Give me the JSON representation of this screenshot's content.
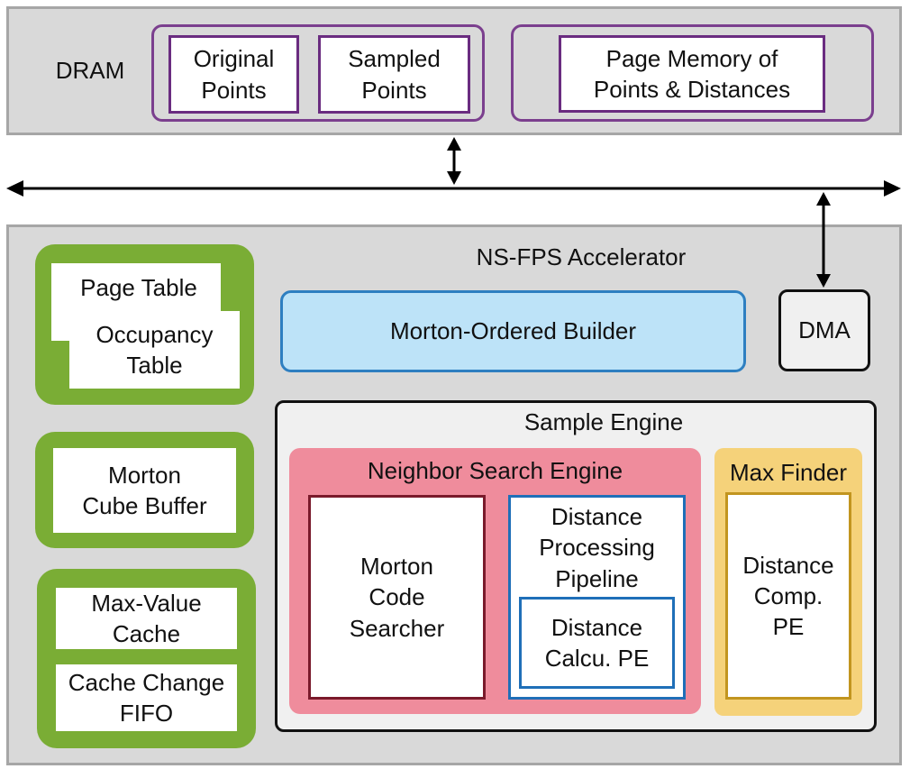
{
  "dram": {
    "label": "DRAM",
    "original_points": "Original\nPoints",
    "sampled_points": "Sampled\nPoints",
    "page_memory": "Page Memory of\nPoints & Distances"
  },
  "accelerator": {
    "title": "NS-FPS Accelerator",
    "page_table": "Page Table",
    "occupancy_table": "Occupancy\nTable",
    "morton_cube_buffer": "Morton\nCube Buffer",
    "max_value_cache": "Max-Value\nCache",
    "cache_change_fifo": "Cache Change\nFIFO",
    "morton_ordered_builder": "Morton-Ordered Builder",
    "dma": "DMA",
    "sample_engine": {
      "title": "Sample Engine",
      "neighbor_search_engine": {
        "title": "Neighbor Search Engine",
        "morton_code_searcher": "Morton\nCode\nSearcher",
        "distance_processing_pipeline": "Distance\nProcessing\nPipeline",
        "distance_calcu_pe": "Distance\nCalcu. PE"
      },
      "max_finder": {
        "title": "Max Finder",
        "distance_comp_pe": "Distance\nComp.\nPE"
      }
    }
  },
  "colors": {
    "dram_group": "#7b3f8e",
    "buffer_green": "#7aad35",
    "builder_blue": "#bde3f8",
    "nse_pink": "#ef8c9c",
    "max_finder_yellow": "#f5d27a"
  }
}
